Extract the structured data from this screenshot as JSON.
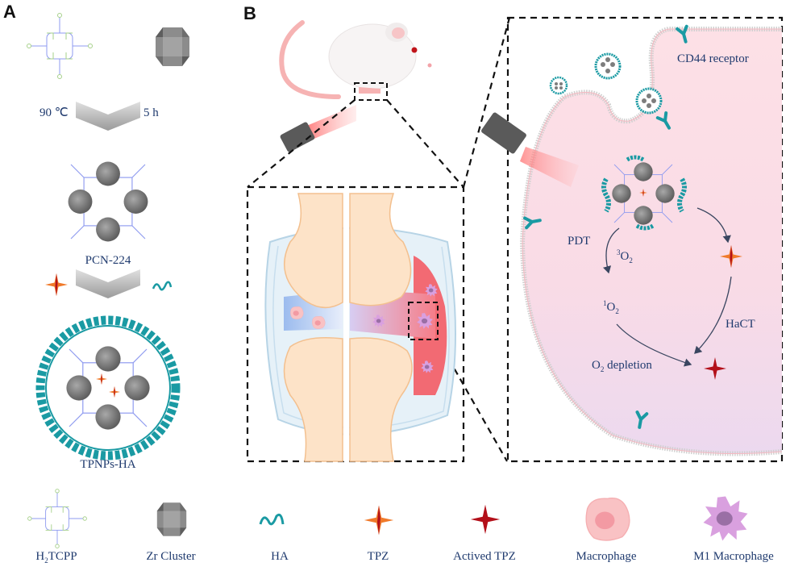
{
  "panels": {
    "a": {
      "label": "A",
      "step1": {
        "temperature": "90 ℃",
        "time": "5 h"
      },
      "intermediate_label": "PCN-224",
      "final_label": "TPNPs-HA"
    },
    "b": {
      "label": "B",
      "cell": {
        "receptor_label": "CD44 receptor",
        "pdt_label": "PDT",
        "triplet_oxygen": {
          "sup": "3",
          "base": "O",
          "sub": "2"
        },
        "singlet_oxygen": {
          "sup": "1",
          "base": "O",
          "sub": "2"
        },
        "hact_label": "HaCT",
        "depletion": {
          "base": "O",
          "sub": "2",
          "rest": " depletion"
        }
      }
    }
  },
  "legend": [
    {
      "id": "h2tcpp",
      "label_parts": {
        "a": "H",
        "sub": "2",
        "b": "TCPP"
      }
    },
    {
      "id": "zr-cluster",
      "label": "Zr Cluster"
    },
    {
      "id": "ha",
      "label": "HA"
    },
    {
      "id": "tpz",
      "label": "TPZ"
    },
    {
      "id": "actived-tpz",
      "label": "Actived TPZ"
    },
    {
      "id": "macrophage",
      "label": "Macrophage"
    },
    {
      "id": "m1-macrophage",
      "label": "M1 Macrophage"
    }
  ],
  "colors": {
    "text": "#1f3a6e",
    "ha_teal": "#1a9aa3",
    "tpz_orange": "#f07a2a",
    "active_tpz": "#b3101a",
    "cell_pink": "#fbdde3",
    "linker_blue": "#8f9bf0",
    "linker_green": "#a6d08a",
    "cluster_gray": "#7d7d7d",
    "inflamed_red": "#f26a73"
  }
}
